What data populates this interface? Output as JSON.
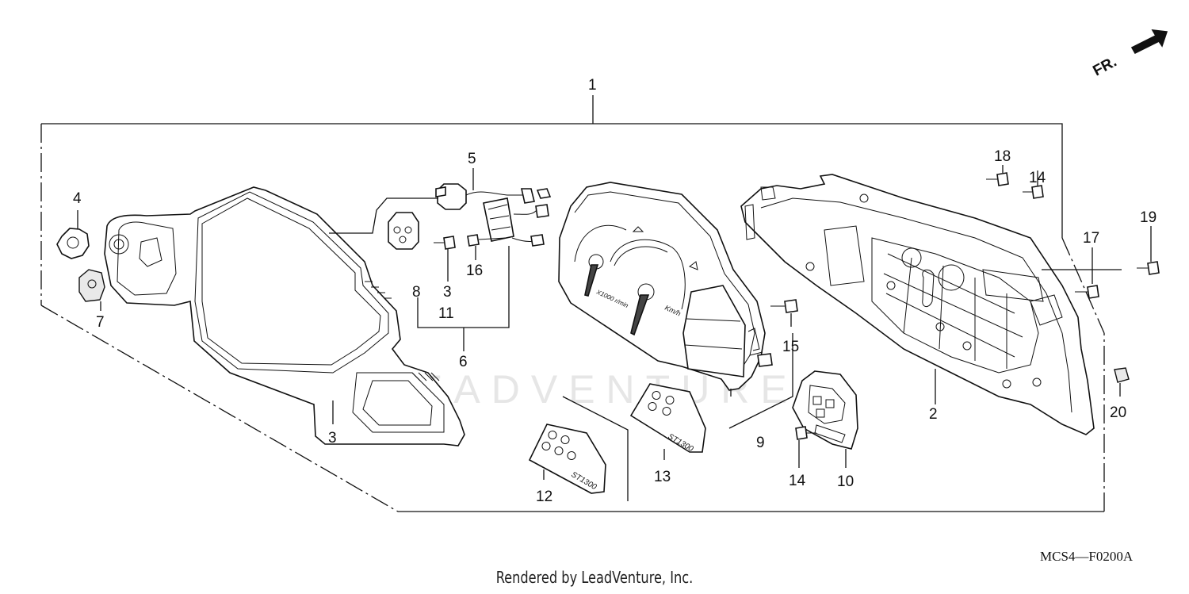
{
  "direction_label": "FR.",
  "diagram_code": "MCS4—F0200A",
  "footer": "Rendered by LeadVenture, Inc.",
  "watermark": "LEADVENTURE",
  "labels": [
    {
      "id": "1",
      "text": "1"
    },
    {
      "id": "2",
      "text": "2"
    },
    {
      "id": "3a",
      "text": "3"
    },
    {
      "id": "3b",
      "text": "3"
    },
    {
      "id": "4",
      "text": "4"
    },
    {
      "id": "5",
      "text": "5"
    },
    {
      "id": "6",
      "text": "6"
    },
    {
      "id": "7",
      "text": "7"
    },
    {
      "id": "8",
      "text": "8"
    },
    {
      "id": "9",
      "text": "9"
    },
    {
      "id": "10",
      "text": "10"
    },
    {
      "id": "11",
      "text": "11"
    },
    {
      "id": "12",
      "text": "12"
    },
    {
      "id": "13",
      "text": "13"
    },
    {
      "id": "14a",
      "text": "14"
    },
    {
      "id": "14b",
      "text": "14"
    },
    {
      "id": "15",
      "text": "15"
    },
    {
      "id": "16",
      "text": "16"
    },
    {
      "id": "17",
      "text": "17"
    },
    {
      "id": "18",
      "text": "18"
    },
    {
      "id": "19",
      "text": "19"
    },
    {
      "id": "20",
      "text": "20"
    }
  ],
  "panel_texts": {
    "rpm_unit": "X1000 r/min",
    "speed_unit": "Km/h",
    "badge_12": "ST1300",
    "badge_13": "ST1300"
  }
}
